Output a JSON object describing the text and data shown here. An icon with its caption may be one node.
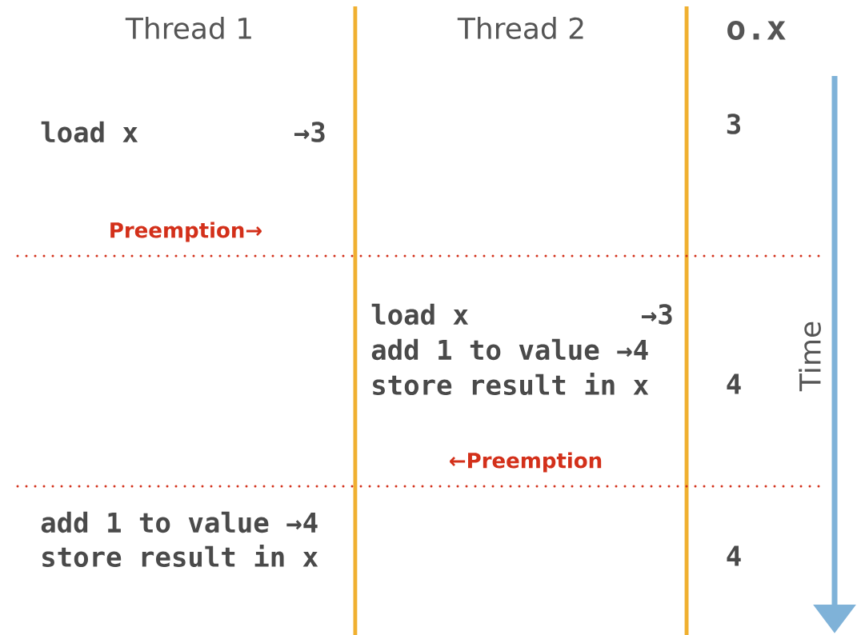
{
  "diagram": {
    "labels": [
      "Thread 1",
      "Thread 2",
      "o.x",
      "load x",
      "→3",
      "3",
      "Preemption→",
      "load x",
      "→3",
      "add 1 to value →4",
      "store result in x",
      "4",
      "Time",
      "←Preemption",
      "add 1 to value →4",
      "store result in x",
      "4"
    ]
  }
}
